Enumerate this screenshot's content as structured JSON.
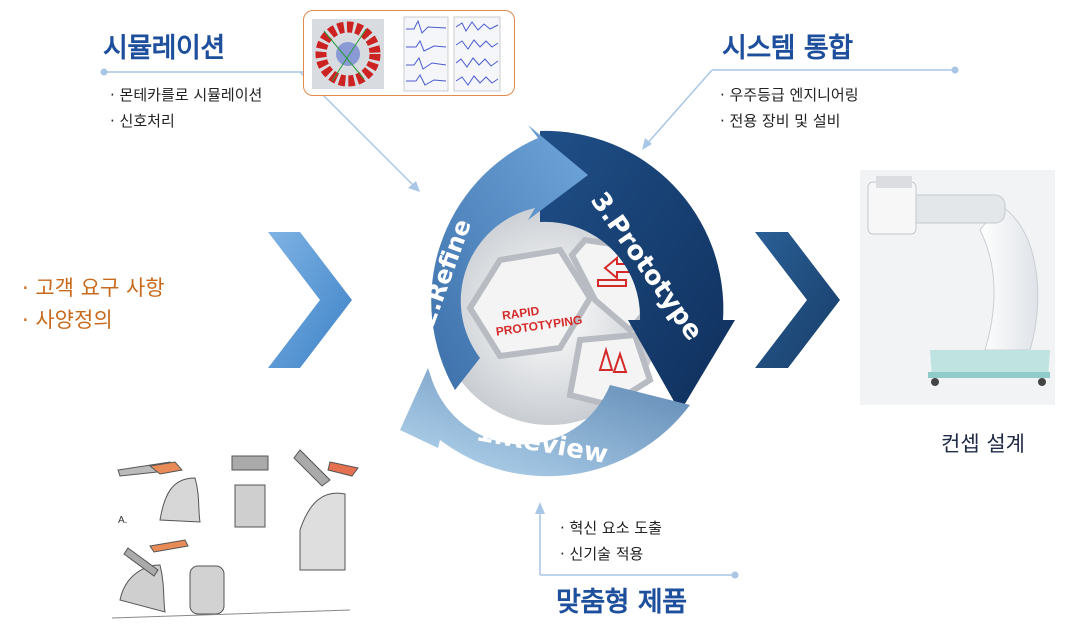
{
  "simulation": {
    "title": "시뮬레이션",
    "items": [
      "몬테카를로 시뮬레이션",
      "신호처리"
    ]
  },
  "system_integration": {
    "title": "시스템 통합",
    "items": [
      "우주등급 엔지니어링",
      "전용 장비 및 설비"
    ]
  },
  "requirements": {
    "items": [
      "고객 요구 사항",
      "사양정의"
    ]
  },
  "custom_product": {
    "title": "맞춤형 제품",
    "items": [
      "혁신 요소 도출",
      "신기술 적용"
    ]
  },
  "concept": {
    "label": "컨셉 설계"
  },
  "cycle": {
    "center_label": [
      "RAPID",
      "PROTOTYPING"
    ],
    "stages": [
      "1.Review",
      "2.Refine",
      "3.Prototype"
    ]
  },
  "colors": {
    "heading": "#1d4f9c",
    "orange_text": "#c86a1c",
    "arrow_light": "#5b9bd6",
    "arrow_dark": "#1e4a7c"
  }
}
